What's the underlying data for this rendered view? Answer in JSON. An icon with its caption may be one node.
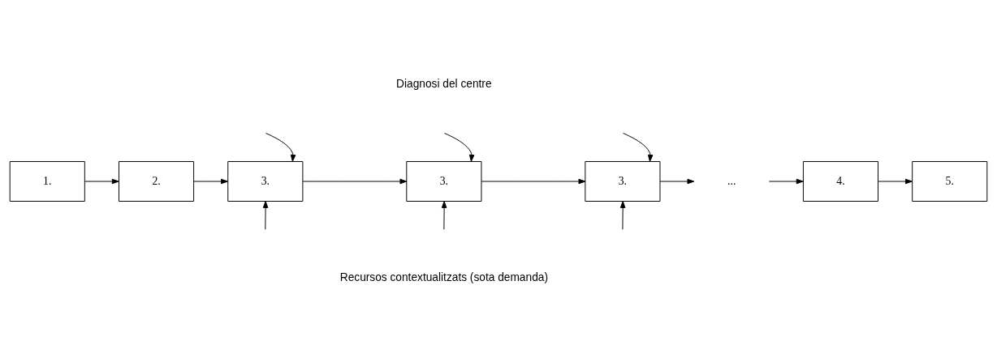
{
  "diagram": {
    "nodes": [
      {
        "text": [
          "1."
        ]
      },
      {
        "text": [
          "2."
        ]
      },
      {
        "text": [
          "3."
        ]
      },
      {
        "text": [
          "3."
        ]
      },
      {
        "text": [
          "3."
        ]
      },
      {
        "text": [
          "..."
        ]
      },
      {
        "text": [
          "4."
        ]
      },
      {
        "text": [
          "5."
        ]
      }
    ],
    "edges": [
      {
        "from": 0,
        "to": 1,
        "arrow": "to"
      },
      {
        "from": 1,
        "to": 2,
        "arrow": "to"
      },
      {
        "from": 2,
        "to": 3,
        "arrow": "to"
      },
      {
        "from": 3,
        "to": 4,
        "arrow": "to"
      },
      {
        "from": 4,
        "to": 5,
        "arrow": "to"
      },
      {
        "from": 5,
        "to": 6,
        "arrow": "to"
      },
      {
        "from": 6,
        "to": 7,
        "arrow": "to"
      },
      {
        "from": null,
        "to": 2,
        "arrow": "to"
      },
      {
        "from": null,
        "to": 3,
        "arrow": "to"
      },
      {
        "from": null,
        "to": 4,
        "arrow": "to"
      },
      {
        "from": null,
        "to": 2,
        "arrow": "to"
      },
      {
        "from": null,
        "to": 3,
        "arrow": "to"
      },
      {
        "from": null,
        "to": 4,
        "arrow": "to"
      }
    ],
    "labels": [
      "Diagnosi del centre",
      "Recursos contextualitzats (sota demanda)"
    ]
  }
}
